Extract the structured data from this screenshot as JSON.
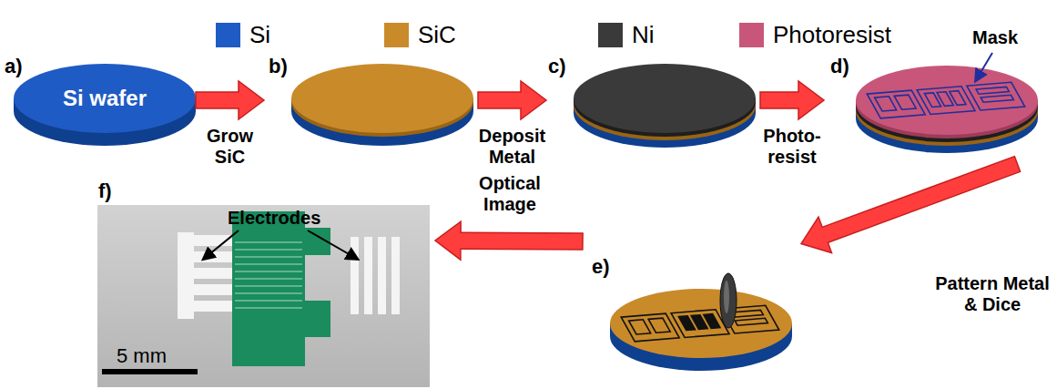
{
  "diagram": {
    "nodes": [
      {
        "text": [
          "a)",
          "Si wafer"
        ]
      },
      {
        "text": [
          "b)"
        ]
      },
      {
        "text": [
          "c)"
        ]
      },
      {
        "text": [
          "d)"
        ]
      },
      {
        "text": [
          "e)"
        ]
      },
      {
        "text": [
          "f)"
        ]
      }
    ],
    "edges": [
      {
        "from": 0,
        "to": 1,
        "arrow": "to",
        "label": "Grow SiC"
      },
      {
        "from": 1,
        "to": 2,
        "arrow": "to",
        "label": "Deposit Metal"
      },
      {
        "from": 2,
        "to": 3,
        "arrow": "to",
        "label": "Photo- resist"
      },
      {
        "from": 3,
        "to": 4,
        "arrow": "to",
        "label": "Pattern Metal & Dice"
      },
      {
        "from": 4,
        "to": 5,
        "arrow": "to",
        "label": "Optical Image"
      }
    ],
    "labels": [
      "Mask",
      "Electrodes",
      "5 mm"
    ],
    "legend": [
      {
        "text": "Si",
        "color": "#1f5bc4"
      },
      {
        "text": "SiC",
        "color": "#c98a2a"
      },
      {
        "text": "Ni",
        "color": "#3a3a3a"
      },
      {
        "text": "Photoresist",
        "color": "#c8567a"
      }
    ]
  }
}
